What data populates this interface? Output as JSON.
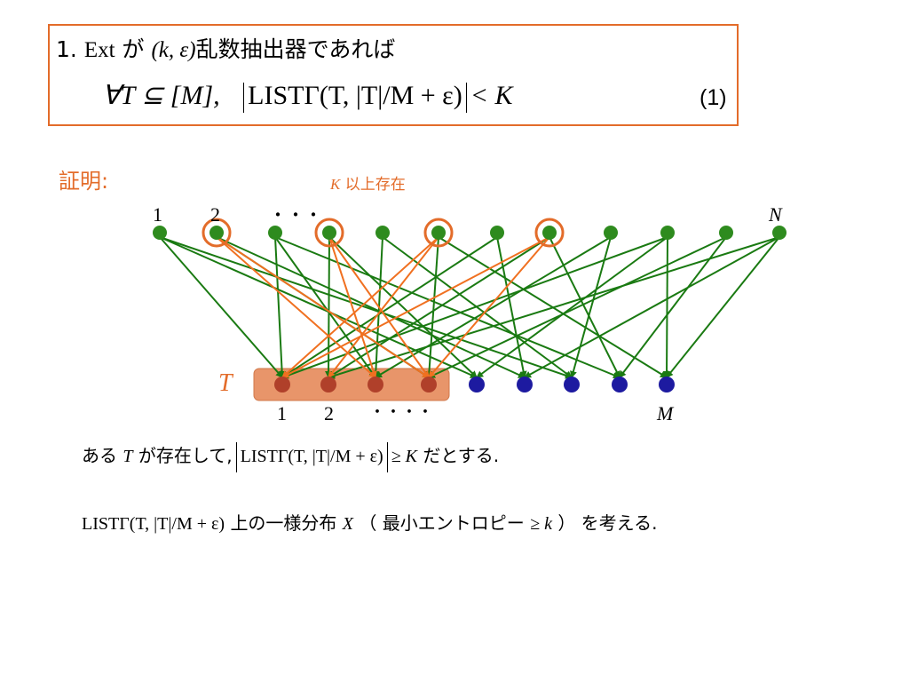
{
  "claim": {
    "number": "1.",
    "ext": "Ext",
    "ga": "が",
    "params": "(k, ε)",
    "rest": "乱数抽出器であれば",
    "quantifier": "∀T ⊆ [M],",
    "list_expr": "LISTΓ(T, |T|/M + ε)",
    "lt_k": "< K",
    "eq_number": "(1)"
  },
  "proof_label": "証明:",
  "exists_note": {
    "k": "K",
    "text": "以上存在"
  },
  "labels": {
    "top_1": "1",
    "top_2": "2",
    "top_dots": "・・・",
    "top_n": "N",
    "bot_1": "1",
    "bot_2": "2",
    "bot_dots": "・・・・",
    "bot_m": "M",
    "subset": "T"
  },
  "statement1": {
    "pre": "ある",
    "t": "T",
    "mid": "が存在して,",
    "list_expr": "LISTΓ(T, |T|/M + ε)",
    "ge_k": "≥ K",
    "post": "だとする."
  },
  "statement2": {
    "list_expr": "LISTΓ(T, |T|/M + ε)",
    "mid": "上の一様分布",
    "x": "X",
    "paren": "（ 最小エントロピー",
    "ge_k": "≥ k",
    "post": "） を考える."
  },
  "colors": {
    "accent": "#e36c2a",
    "green_node": "#2e8b1e",
    "green_edge": "#1a7a12",
    "blue_node": "#1d1aa0",
    "red_node": "#b0402a",
    "highlight_fill": "#e8956a"
  }
}
